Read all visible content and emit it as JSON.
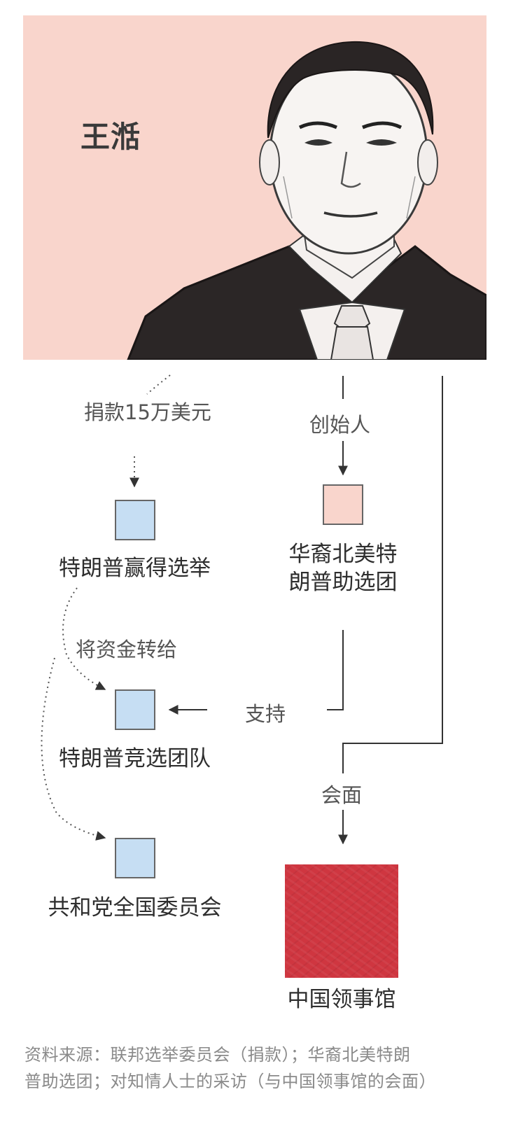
{
  "person": {
    "name": "王湉"
  },
  "nodes": {
    "trump_win": "特朗普赢得选举",
    "group_line1": "华裔北美特",
    "group_line2": "朗普助选团",
    "campaign": "特朗普竞选团队",
    "rnc": "共和党全国委员会",
    "consulate": "中国领事馆"
  },
  "edges": {
    "donation": "捐款15万美元",
    "founder": "创始人",
    "transfer": "将资金转给",
    "support": "支持",
    "meeting": "会面"
  },
  "source": {
    "line1": "资料来源：联邦选举委员会（捐款）；华裔北美特朗",
    "line2": "普助选团；对知情人士的采访（与中国领事馆的会面）"
  },
  "colors": {
    "portrait_bg": "#f9d5cc",
    "node_blue": "#c6def3",
    "node_pink": "#f9d5cc",
    "node_red": "#cf3640"
  }
}
